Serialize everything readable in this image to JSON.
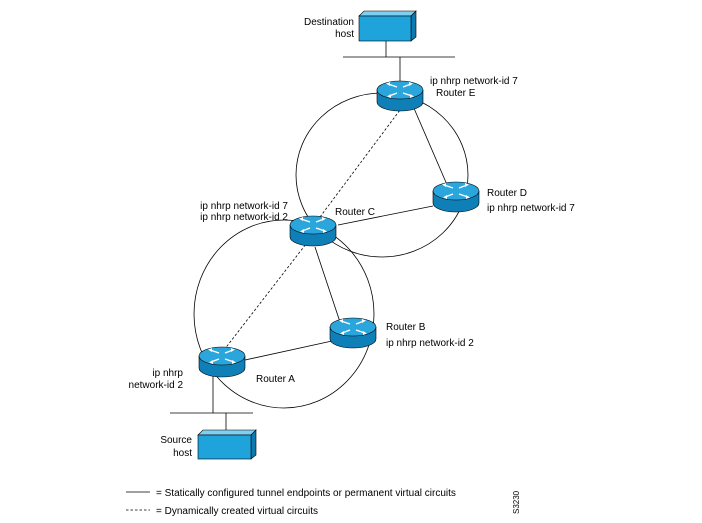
{
  "destination_host": {
    "line1": "Destination",
    "line2": "host"
  },
  "source_host": {
    "line1": "Source",
    "line2": "host"
  },
  "routers": {
    "a": {
      "name": "Router A",
      "nhrp_line1": "ip nhrp",
      "nhrp_line2": "network-id 2"
    },
    "b": {
      "name": "Router B",
      "nhrp": "ip nhrp network-id 2"
    },
    "c": {
      "name": "Router C",
      "nhrp_line1": "ip nhrp network-id 7",
      "nhrp_line2": "ip nhrp network-id 2"
    },
    "d": {
      "name": "Router D",
      "nhrp": "ip nhrp network-id 7"
    },
    "e": {
      "name": "Router E",
      "nhrp": "ip nhrp network-id 7"
    }
  },
  "legend": {
    "static": "=  Statically configured tunnel endpoints or permanent virtual circuits",
    "dynamic": "=  Dynamically created virtual circuits"
  },
  "figure_id": "S3230",
  "colors": {
    "router_top": "#2aa6dc",
    "router_side": "#0f7fb8",
    "host_front": "#1ea4db",
    "host_top": "#7fd0f0",
    "host_side": "#0c79b0"
  }
}
